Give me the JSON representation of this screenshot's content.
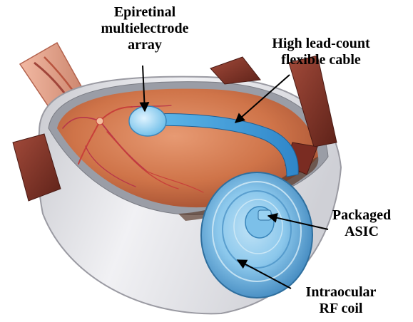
{
  "labels": {
    "array": [
      "Epiretinal",
      "multielectrode",
      "array"
    ],
    "cable": [
      "High lead-count",
      "flexible cable"
    ],
    "asic": [
      "Packaged",
      "ASIC"
    ],
    "coil": [
      "Intraocular",
      "RF coil"
    ]
  },
  "colors": {
    "retina": "#d07850",
    "sclera": "#e4e4e8",
    "muscle": "#8a3a2c",
    "implant_blue": "#4aa6de",
    "coil_blue": "#6fb6df",
    "annotation": "#000000"
  }
}
